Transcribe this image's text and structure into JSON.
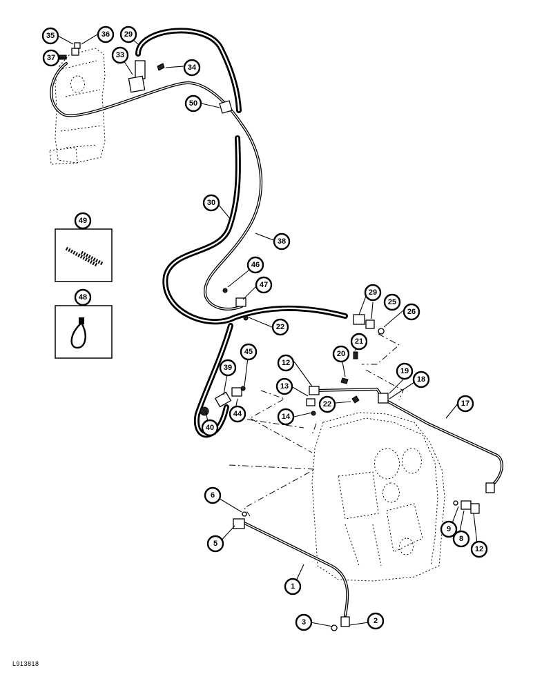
{
  "drawing_number": "L913818",
  "callouts": [
    "35",
    "36",
    "29",
    "37",
    "33",
    "34",
    "50",
    "30",
    "38",
    "49",
    "48",
    "46",
    "47",
    "22",
    "29",
    "25",
    "26",
    "21",
    "20",
    "12",
    "19",
    "18",
    "13",
    "22",
    "17",
    "14",
    "39",
    "45",
    "44",
    "40",
    "6",
    "5",
    "9",
    "8",
    "12",
    "1",
    "3",
    "2"
  ],
  "icons": {
    "reference_parts": "transmission-housing-outline",
    "hoses": "hydraulic-hose",
    "tubes": "rigid-tube"
  }
}
